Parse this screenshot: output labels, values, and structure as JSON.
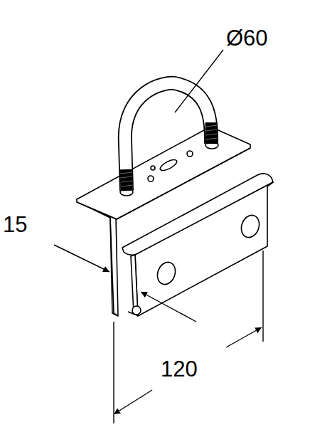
{
  "diagram": {
    "labels": [
      "Ø60",
      "15",
      "120"
    ]
  }
}
